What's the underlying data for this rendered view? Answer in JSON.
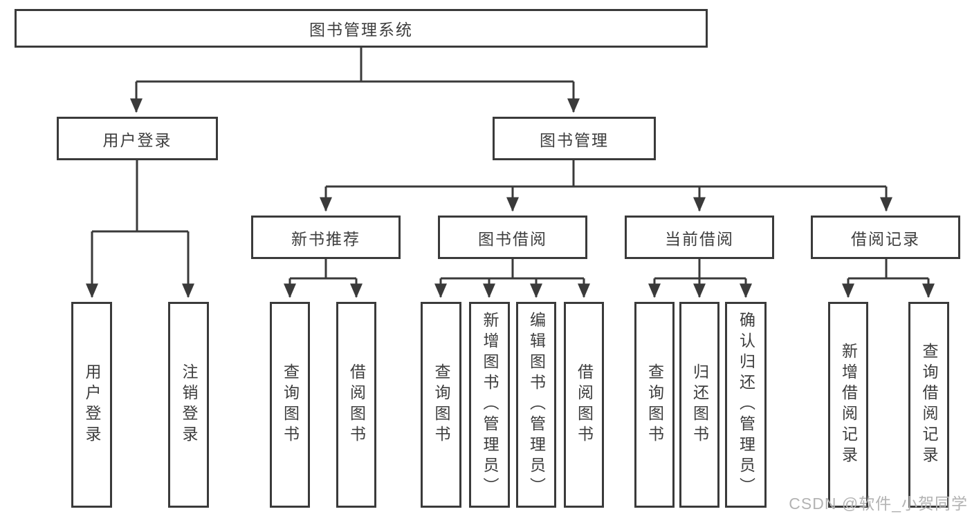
{
  "diagram": {
    "colors": {
      "line": "#3a3a3a",
      "border": "#3a3a3a",
      "text": "#3d3d3d",
      "watermark_text": "#b3b3b3",
      "background": "#ffffff"
    },
    "nodes": {
      "root": {
        "label": "图书管理系统"
      },
      "level2": [
        {
          "label": "用户登录"
        },
        {
          "label": "图书管理"
        }
      ],
      "level3": [
        {
          "label": "新书推荐",
          "parent": "图书管理"
        },
        {
          "label": "图书借阅",
          "parent": "图书管理"
        },
        {
          "label": "当前借阅",
          "parent": "图书管理"
        },
        {
          "label": "借阅记录",
          "parent": "图书管理"
        }
      ],
      "leaves": [
        {
          "label": "用户登录",
          "parent": "用户登录"
        },
        {
          "label": "注销登录",
          "parent": "用户登录"
        },
        {
          "label": "查询图书",
          "parent": "新书推荐"
        },
        {
          "label": "借阅图书",
          "parent": "新书推荐"
        },
        {
          "label": "查询图书",
          "parent": "图书借阅"
        },
        {
          "label": "新增图书（管理员）",
          "parent": "图书借阅"
        },
        {
          "label": "编辑图书（管理员）",
          "parent": "图书借阅"
        },
        {
          "label": "借阅图书",
          "parent": "图书借阅"
        },
        {
          "label": "查询图书",
          "parent": "当前借阅"
        },
        {
          "label": "归还图书",
          "parent": "当前借阅"
        },
        {
          "label": "确认归还（管理员）",
          "parent": "当前借阅"
        },
        {
          "label": "新增借阅记录",
          "parent": "借阅记录"
        },
        {
          "label": "查询借阅记录",
          "parent": "借阅记录"
        }
      ]
    },
    "watermark": "CSDN @软件_小贺同学"
  }
}
